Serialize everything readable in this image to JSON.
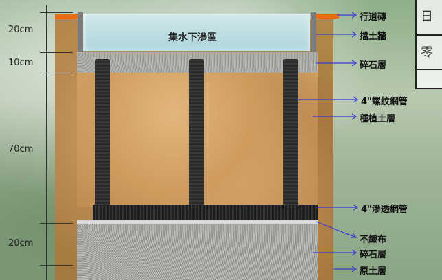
{
  "dimensions": [
    "20cm",
    "10cm",
    "70cm",
    "20cm"
  ],
  "center_label": "集水下滲區",
  "callouts": {
    "paver": "行道磚",
    "retaining_wall": "擋土牆",
    "gravel_top": "碎石層",
    "corrugated_pipe": "4\"螺紋網管",
    "planting_soil": "種植土層",
    "perforated_pipe": "4\"滲透網管",
    "nonwoven": "不織布",
    "gravel_bottom": "碎石層",
    "native_soil": "原土層"
  },
  "table_fragment": [
    "日",
    "零"
  ],
  "colors": {
    "arrow": "#3a3ad6",
    "paver": "#e86a12",
    "pipe": "#2a2a2a"
  }
}
